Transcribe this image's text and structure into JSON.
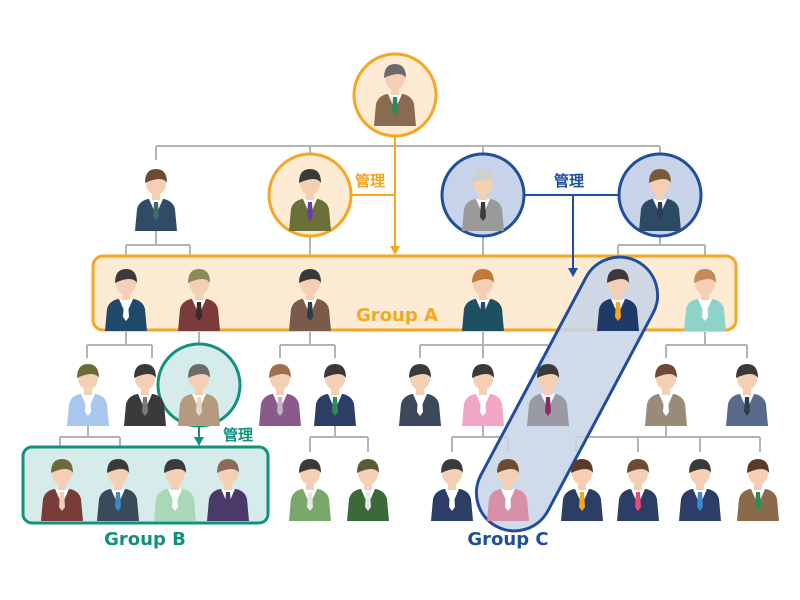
{
  "groups": {
    "a": {
      "label": "Group A",
      "color": "#f5a623",
      "fill": "#fdebd3"
    },
    "b": {
      "label": "Group B",
      "color": "#12917f",
      "fill": "#d5ecea"
    },
    "c": {
      "label": "Group C",
      "color": "#1f4e9b",
      "fill": "#c7d3e8"
    }
  },
  "annotations": {
    "manage_orange": "管理",
    "manage_blue": "管理",
    "manage_teal": "管理"
  },
  "colors": {
    "line": "#b3b3b3",
    "orange": "#f5a623",
    "blue": "#1f4e9b",
    "teal": "#12917f",
    "skin": "#f4cfb3",
    "highlight_fill": "#fdebd3"
  },
  "people": [
    {
      "id": "ceo",
      "icon": "man-in-brown-suit-icon",
      "suit": "#8a6b50",
      "hair": "#6b6b6b",
      "tie": "#2e8b57"
    },
    {
      "id": "exec-1",
      "icon": "woman-in-navy-icon",
      "suit": "#2f4b66",
      "hair": "#6b4a36",
      "tie": "#3b6b63"
    },
    {
      "id": "exec-2",
      "icon": "man-in-olive-suit-icon",
      "suit": "#6b6f3a",
      "hair": "#3a3a3a",
      "tie": "#6a3fa0"
    },
    {
      "id": "exec-3",
      "icon": "grey-haired-man-icon",
      "suit": "#9a9a9a",
      "hair": "#cfcfcf",
      "tie": "#3a3a3a"
    },
    {
      "id": "exec-4",
      "icon": "man-in-navy-suit-icon",
      "suit": "#2c4a63",
      "hair": "#7a5a3a",
      "tie": "#2c3e50"
    },
    {
      "id": "a1",
      "icon": "woman-in-navy-icon",
      "suit": "#1f4a6b",
      "hair": "#3a3a3a",
      "tie": "#ffffff"
    },
    {
      "id": "a2",
      "icon": "woman-in-burgundy-icon",
      "suit": "#7a3b3b",
      "hair": "#8a8a5a",
      "tie": "#3a2a2a"
    },
    {
      "id": "a3",
      "icon": "bearded-man-icon",
      "suit": "#7a5a4a",
      "hair": "#3a3a3a",
      "tie": "#2c3e50"
    },
    {
      "id": "a4",
      "icon": "man-in-teal-icon",
      "suit": "#1f4f63",
      "hair": "#c07a3a",
      "tie": "#1f4f63"
    },
    {
      "id": "a5",
      "icon": "man-in-navy-suit-icon",
      "suit": "#1f3a66",
      "hair": "#3a3a3a",
      "tie": "#f5a623"
    },
    {
      "id": "a6",
      "icon": "woman-in-mint-icon",
      "suit": "#8ed3c7",
      "hair": "#c08a5a",
      "tie": "#ffffff"
    },
    {
      "id": "l1",
      "icon": "woman-in-light-blue-icon",
      "suit": "#a9c6ee",
      "hair": "#6b6b3a",
      "tie": "#ffffff"
    },
    {
      "id": "l2",
      "icon": "man-with-glasses-icon",
      "suit": "#3a3a3a",
      "hair": "#3a3a3a",
      "tie": "#7a7a7a"
    },
    {
      "id": "l3",
      "icon": "woman-with-glasses-icon",
      "suit": "#b59a82",
      "hair": "#6b6b6b",
      "tie": "#e8d8c8"
    },
    {
      "id": "l4",
      "icon": "woman-in-purple-icon",
      "suit": "#8a5a8a",
      "hair": "#a07050",
      "tie": "#c8b0c8"
    },
    {
      "id": "l5",
      "icon": "man-in-navy-suit-icon",
      "suit": "#2c3e66",
      "hair": "#3a3a3a",
      "tie": "#2e8b57"
    },
    {
      "id": "l6",
      "icon": "man-with-glasses-icon",
      "suit": "#3a4a5a",
      "hair": "#3a3a3a",
      "tie": "#ffffff"
    },
    {
      "id": "l7",
      "icon": "woman-in-pink-icon",
      "suit": "#f0a7c4",
      "hair": "#3a3a3a",
      "tie": "#ffffff"
    },
    {
      "id": "l8",
      "icon": "man-in-grey-suit-icon",
      "suit": "#9a9aa5",
      "hair": "#3a3a3a",
      "tie": "#8a2a6a"
    },
    {
      "id": "l9",
      "icon": "woman-in-taupe-icon",
      "suit": "#9a8a7a",
      "hair": "#6b4a36",
      "tie": "#ffffff"
    },
    {
      "id": "l10",
      "icon": "man-in-slate-suit-icon",
      "suit": "#5a6a8a",
      "hair": "#3a3a3a",
      "tie": "#2c3e50"
    },
    {
      "id": "b1",
      "icon": "woman-in-burgundy-icon",
      "suit": "#7a3b3b",
      "hair": "#6b6b3a",
      "tie": "#f4cfb3"
    },
    {
      "id": "b2",
      "icon": "man-with-glasses-icon",
      "suit": "#3a4a5a",
      "hair": "#3a3a3a",
      "tie": "#3b8acb"
    },
    {
      "id": "b3",
      "icon": "woman-in-mint-icon",
      "suit": "#a8d8b8",
      "hair": "#3a3a3a",
      "tie": "#ffffff"
    },
    {
      "id": "b4",
      "icon": "man-in-purple-icon",
      "suit": "#4a3a6a",
      "hair": "#8a6a5a",
      "tie": "#4a3a6a"
    },
    {
      "id": "s1",
      "icon": "woman-in-green-icon",
      "suit": "#7aa86a",
      "hair": "#3a3a3a",
      "tie": "#e8e8e8"
    },
    {
      "id": "s2",
      "icon": "man-in-green-suit-icon",
      "suit": "#3a6a3a",
      "hair": "#5a5a3a",
      "tie": "#e8e8e8"
    },
    {
      "id": "c1",
      "icon": "woman-in-navy-icon",
      "suit": "#2c3e66",
      "hair": "#3a3a3a",
      "tie": "#ffffff"
    },
    {
      "id": "c2",
      "icon": "woman-with-glasses-icon",
      "suit": "#d890a8",
      "hair": "#6b4a36",
      "tie": "#ffffff"
    },
    {
      "id": "c3",
      "icon": "man-in-vest-icon",
      "suit": "#2c3e66",
      "hair": "#5a3a2a",
      "tie": "#f5a623"
    },
    {
      "id": "c4",
      "icon": "woman-in-vest-icon",
      "suit": "#2c3e66",
      "hair": "#6b4a36",
      "tie": "#e84a7a"
    },
    {
      "id": "c5",
      "icon": "woman-in-vest-icon",
      "suit": "#2c3e66",
      "hair": "#3a3a3a",
      "tie": "#3b8acb"
    },
    {
      "id": "c6",
      "icon": "man-in-brown-suit-icon",
      "suit": "#8a6a4a",
      "hair": "#5a3a2a",
      "tie": "#2e8b57"
    }
  ]
}
